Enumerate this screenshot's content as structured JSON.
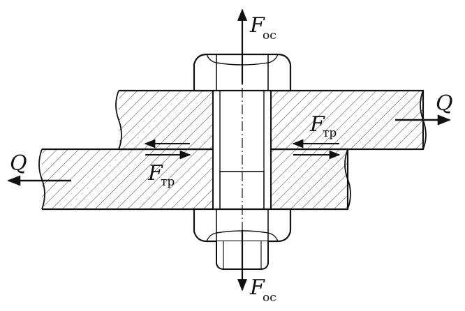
{
  "labels": {
    "axial_force_symbol": "F",
    "axial_force_sub": "ос",
    "friction_force_symbol": "F",
    "friction_force_sub": "тр",
    "load": "Q"
  },
  "colors": {
    "line": "#111111",
    "hatch": "#444444",
    "background": "#ffffff"
  }
}
